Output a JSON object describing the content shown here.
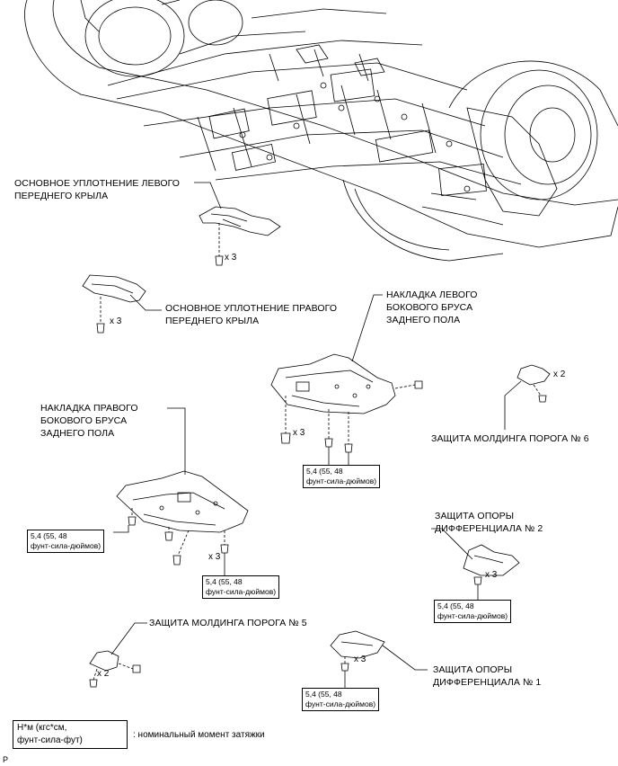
{
  "labels": {
    "lh_fender_seal": "ОСНОВНОЕ УПЛОТНЕНИЕ ЛЕВОГО\nПЕРЕДНЕГО КРЫЛА",
    "rh_fender_seal": "ОСНОВНОЕ УПЛОТНЕНИЕ ПРАВОГО\nПЕРЕДНЕГО КРЫЛА",
    "lh_rocker_panel": "НАКЛАДКА ЛЕВОГО\nБОКОВОГО БРУСА\nЗАДНЕГО ПОЛА",
    "rh_rocker_panel": "НАКЛАДКА ПРАВОГО\nБОКОВОГО БРУСА\nЗАДНЕГО ПОЛА",
    "sill_guard_6": "ЗАЩИТА МОЛДИНГА ПОРОГА № 6",
    "diff_guard_2": "ЗАЩИТА ОПОРЫ\nДИФФЕРЕНЦИАЛА № 2",
    "sill_guard_5": "ЗАЩИТА МОЛДИНГА ПОРОГА № 5",
    "diff_guard_1": "ЗАЩИТА ОПОРЫ\nДИФФЕРЕНЦИАЛА № 1"
  },
  "quantities": {
    "lh_fender": "x 3",
    "rh_fender": "x 3",
    "lh_rocker": "x 3",
    "rh_rocker": "x 3",
    "sill_6": "x 2",
    "diff_2": "x 3",
    "sill_5": "x 2",
    "diff_1": "x 3"
  },
  "torque": {
    "value": "5,4 (55, 48\nфунт-сила-дюймов)"
  },
  "legend": {
    "unit": "Н*м (кгс*см,\nфунт-сила-фут)",
    "description": ": номинальный момент затяжки"
  },
  "corner_mark": "P"
}
